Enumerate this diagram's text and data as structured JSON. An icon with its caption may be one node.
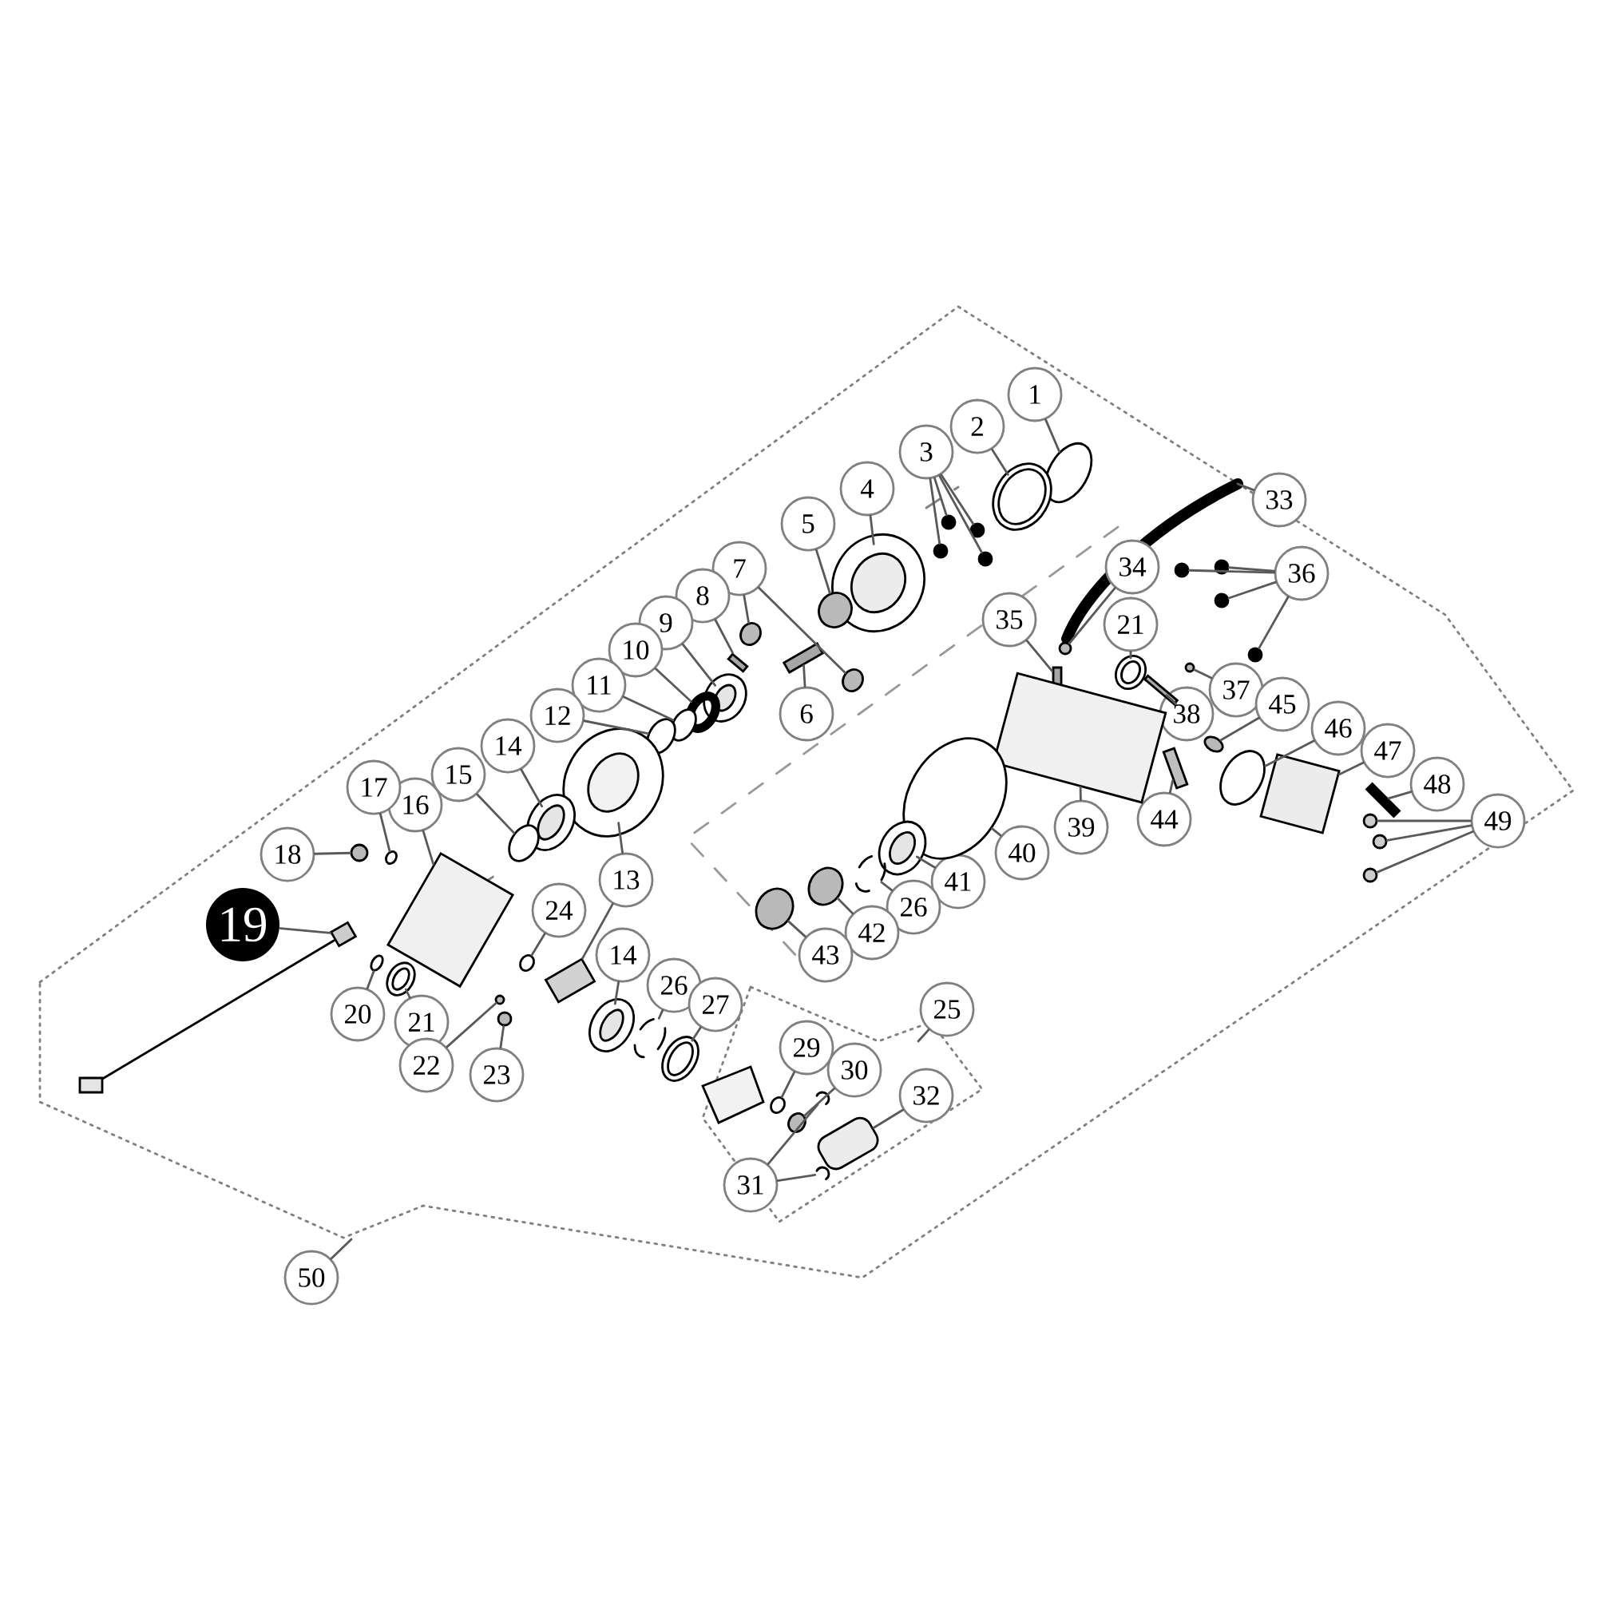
{
  "diagram": {
    "nodes": [
      {
        "text": [
          "1"
        ]
      },
      {
        "text": [
          "2"
        ]
      },
      {
        "text": [
          "3"
        ]
      },
      {
        "text": [
          "4"
        ]
      },
      {
        "text": [
          "5"
        ]
      },
      {
        "text": [
          "6"
        ]
      },
      {
        "text": [
          "7"
        ]
      },
      {
        "text": [
          "8"
        ]
      },
      {
        "text": [
          "9"
        ]
      },
      {
        "text": [
          "10"
        ]
      },
      {
        "text": [
          "11"
        ]
      },
      {
        "text": [
          "12"
        ]
      },
      {
        "text": [
          "13"
        ]
      },
      {
        "text": [
          "14"
        ]
      },
      {
        "text": [
          "15"
        ]
      },
      {
        "text": [
          "16"
        ]
      },
      {
        "text": [
          "17"
        ]
      },
      {
        "text": [
          "18"
        ]
      },
      {
        "text": [
          "19"
        ]
      },
      {
        "text": [
          "20"
        ]
      },
      {
        "text": [
          "21"
        ]
      },
      {
        "text": [
          "22"
        ]
      },
      {
        "text": [
          "23"
        ]
      },
      {
        "text": [
          "24"
        ]
      },
      {
        "text": [
          "14"
        ]
      },
      {
        "text": [
          "26"
        ]
      },
      {
        "text": [
          "27"
        ]
      },
      {
        "text": [
          "25"
        ]
      },
      {
        "text": [
          "29"
        ]
      },
      {
        "text": [
          "30"
        ]
      },
      {
        "text": [
          "31"
        ]
      },
      {
        "text": [
          "32"
        ]
      },
      {
        "text": [
          "33"
        ]
      },
      {
        "text": [
          "34"
        ]
      },
      {
        "text": [
          "35"
        ]
      },
      {
        "text": [
          "21"
        ]
      },
      {
        "text": [
          "36"
        ]
      },
      {
        "text": [
          "37"
        ]
      },
      {
        "text": [
          "38"
        ]
      },
      {
        "text": [
          "39"
        ]
      },
      {
        "text": [
          "40"
        ]
      },
      {
        "text": [
          "41"
        ]
      },
      {
        "text": [
          "26"
        ]
      },
      {
        "text": [
          "42"
        ]
      },
      {
        "text": [
          "43"
        ]
      },
      {
        "text": [
          "44"
        ]
      },
      {
        "text": [
          "45"
        ]
      },
      {
        "text": [
          "46"
        ]
      },
      {
        "text": [
          "47"
        ]
      },
      {
        "text": [
          "48"
        ]
      },
      {
        "text": [
          "49"
        ]
      },
      {
        "text": [
          "50"
        ]
      },
      {
        "text": [],
        "shape": "circle"
      },
      {
        "text": [],
        "shape": "circle"
      },
      {
        "text": [],
        "shape": "circle"
      },
      {
        "text": [],
        "shape": "circle"
      },
      {
        "text": [],
        "shape": "circle"
      },
      {
        "text": [],
        "shape": "circle"
      },
      {
        "text": [],
        "shape": "circle"
      },
      {
        "text": [],
        "shape": "circle"
      },
      {
        "text": [],
        "shape": "box"
      },
      {
        "text": [],
        "shape": "circle"
      },
      {
        "text": [],
        "shape": "circle"
      },
      {
        "text": [],
        "shape": "box"
      },
      {
        "text": [],
        "shape": "circle"
      },
      {
        "text": [],
        "shape": "circle"
      },
      {
        "text": [],
        "shape": "circle"
      },
      {
        "text": [],
        "shape": "circle"
      },
      {
        "text": [],
        "shape": "circle"
      },
      {
        "text": [],
        "shape": "box"
      },
      {
        "text": [],
        "shape": "circle"
      },
      {
        "text": [],
        "shape": "circle"
      },
      {
        "text": [],
        "shape": "box"
      },
      {
        "text": [],
        "shape": "circle"
      },
      {
        "text": [],
        "shape": "circle"
      },
      {
        "text": [],
        "shape": "box"
      },
      {
        "text": [],
        "shape": "circle"
      },
      {
        "text": [],
        "shape": "circle"
      },
      {
        "text": [],
        "shape": "circle"
      },
      {
        "text": [],
        "shape": "circle"
      },
      {
        "text": [],
        "shape": "circle"
      },
      {
        "text": [],
        "shape": "circle"
      },
      {
        "text": [],
        "shape": "circle"
      },
      {
        "text": [],
        "shape": "circle"
      },
      {
        "text": [],
        "shape": "circle"
      },
      {
        "text": [],
        "shape": "circle"
      },
      {
        "text": [],
        "shape": "circle"
      },
      {
        "text": [],
        "shape": "circle"
      },
      {
        "text": [],
        "shape": "box"
      },
      {
        "text": [],
        "shape": "circle"
      },
      {
        "text": [],
        "shape": "box"
      },
      {
        "text": [],
        "shape": "circle"
      },
      {
        "text": [],
        "shape": "circle"
      },
      {
        "text": [],
        "shape": "circle"
      },
      {
        "text": [],
        "shape": "circle"
      },
      {
        "text": [],
        "shape": "circle"
      },
      {
        "text": [],
        "shape": "circle"
      },
      {
        "text": [],
        "shape": "box"
      },
      {
        "text": [],
        "shape": "box"
      },
      {
        "text": [],
        "shape": "circle"
      },
      {
        "text": [],
        "shape": "circle"
      },
      {
        "text": [],
        "shape": "circle"
      },
      {
        "text": [],
        "shape": "circle"
      },
      {
        "text": [],
        "shape": "circle"
      },
      {
        "text": [],
        "shape": "box"
      },
      {
        "text": [],
        "shape": "circle"
      },
      {
        "text": [],
        "shape": "circle"
      },
      {
        "text": [],
        "shape": "box"
      },
      {
        "text": [],
        "shape": "box"
      },
      {
        "text": [],
        "shape": "circle"
      },
      {
        "text": [],
        "shape": "circle"
      },
      {
        "text": [],
        "shape": "circle"
      }
    ],
    "edges": [
      {
        "from": 0,
        "to": 52,
        "arrow": "none"
      },
      {
        "from": 1,
        "to": 53,
        "arrow": "none"
      },
      {
        "from": 2,
        "to": 54,
        "arrow": "none"
      },
      {
        "from": 2,
        "to": 55,
        "arrow": "none"
      },
      {
        "from": 2,
        "to": 56,
        "arrow": "none"
      },
      {
        "from": 2,
        "to": 57,
        "arrow": "none"
      },
      {
        "from": 3,
        "to": 58,
        "arrow": "none"
      },
      {
        "from": 4,
        "to": 59,
        "arrow": "none"
      },
      {
        "from": 5,
        "to": 60,
        "arrow": "none"
      },
      {
        "from": 6,
        "to": 61,
        "arrow": "none"
      },
      {
        "from": 6,
        "to": 62,
        "arrow": "none"
      },
      {
        "from": 7,
        "to": 63,
        "arrow": "none"
      },
      {
        "from": 8,
        "to": 64,
        "arrow": "none"
      },
      {
        "from": 9,
        "to": 65,
        "arrow": "none"
      },
      {
        "from": 10,
        "to": 66,
        "arrow": "none"
      },
      {
        "from": 11,
        "to": 67,
        "arrow": "none"
      },
      {
        "from": 12,
        "to": 68,
        "arrow": "none"
      },
      {
        "from": 12,
        "to": 69,
        "arrow": "none"
      },
      {
        "from": 13,
        "to": 70,
        "arrow": "none"
      },
      {
        "from": 14,
        "to": 71,
        "arrow": "none"
      },
      {
        "from": 15,
        "to": 72,
        "arrow": "none"
      },
      {
        "from": 16,
        "to": 73,
        "arrow": "none"
      },
      {
        "from": 17,
        "to": 74,
        "arrow": "none"
      },
      {
        "from": 18,
        "to": 75,
        "arrow": "none"
      },
      {
        "from": 19,
        "to": 76,
        "arrow": "none"
      },
      {
        "from": 20,
        "to": 77,
        "arrow": "none"
      },
      {
        "from": 21,
        "to": 78,
        "arrow": "none"
      },
      {
        "from": 22,
        "to": 79,
        "arrow": "none"
      },
      {
        "from": 23,
        "to": 80,
        "arrow": "none"
      },
      {
        "from": 24,
        "to": 81,
        "arrow": "none"
      },
      {
        "from": 25,
        "to": 82,
        "arrow": "none"
      },
      {
        "from": 26,
        "to": 83,
        "arrow": "none"
      },
      {
        "from": 27,
        "to": null,
        "arrow": "none"
      },
      {
        "from": 28,
        "to": 84,
        "arrow": "none"
      },
      {
        "from": 29,
        "to": 85,
        "arrow": "none"
      },
      {
        "from": 30,
        "to": 86,
        "arrow": "none"
      },
      {
        "from": 30,
        "to": 87,
        "arrow": "none"
      },
      {
        "from": 31,
        "to": 88,
        "arrow": "none"
      },
      {
        "from": 32,
        "to": null,
        "arrow": "none"
      },
      {
        "from": 33,
        "to": 89,
        "arrow": "none"
      },
      {
        "from": 34,
        "to": 90,
        "arrow": "none"
      },
      {
        "from": 35,
        "to": 91,
        "arrow": "none"
      },
      {
        "from": 36,
        "to": 92,
        "arrow": "none"
      },
      {
        "from": 36,
        "to": 93,
        "arrow": "none"
      },
      {
        "from": 36,
        "to": 94,
        "arrow": "none"
      },
      {
        "from": 36,
        "to": 95,
        "arrow": "none"
      },
      {
        "from": 37,
        "to": 96,
        "arrow": "none"
      },
      {
        "from": 38,
        "to": 97,
        "arrow": "none"
      },
      {
        "from": 39,
        "to": 98,
        "arrow": "none"
      },
      {
        "from": 40,
        "to": 99,
        "arrow": "none"
      },
      {
        "from": 41,
        "to": 100,
        "arrow": "none"
      },
      {
        "from": 42,
        "to": 101,
        "arrow": "none"
      },
      {
        "from": 43,
        "to": 102,
        "arrow": "none"
      },
      {
        "from": 44,
        "to": 103,
        "arrow": "none"
      },
      {
        "from": 45,
        "to": 104,
        "arrow": "none"
      },
      {
        "from": 46,
        "to": 105,
        "arrow": "none"
      },
      {
        "from": 47,
        "to": 106,
        "arrow": "none"
      },
      {
        "from": 48,
        "to": 107,
        "arrow": "none"
      },
      {
        "from": 49,
        "to": 108,
        "arrow": "none"
      },
      {
        "from": 50,
        "to": 109,
        "arrow": "none"
      },
      {
        "from": 50,
        "to": 110,
        "arrow": "none"
      },
      {
        "from": 50,
        "to": 111,
        "arrow": "none"
      },
      {
        "from": 51,
        "to": null,
        "arrow": "none"
      }
    ]
  }
}
